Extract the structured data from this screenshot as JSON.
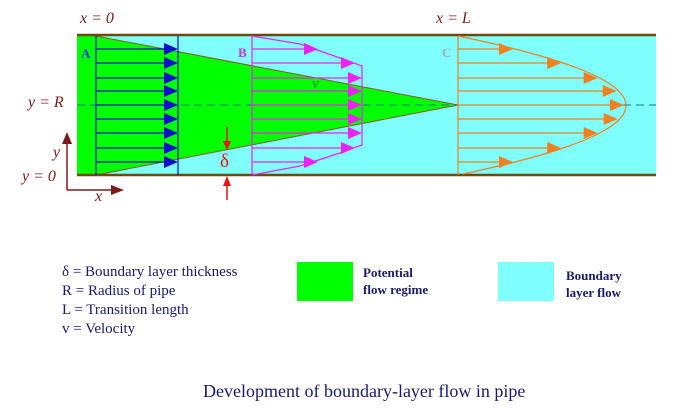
{
  "diagram": {
    "title": "Development of boundary-layer flow in pipe",
    "labels": {
      "x0": "x = 0",
      "xL": "x = L",
      "yR": "y = R",
      "y0": "y = 0",
      "y_axis": "y",
      "x_axis": "x",
      "delta": "δ",
      "velocity": "v",
      "section_a": "A",
      "section_b": "B",
      "section_c": "C"
    },
    "definitions": [
      "δ = Boundary layer thickness",
      "R = Radius of pipe",
      "L = Transition length",
      "v = Velocity"
    ],
    "legend": [
      {
        "label_line1": "Potential",
        "label_line2": "flow regime",
        "color": "#00ff00"
      },
      {
        "label_line1": "Boundary",
        "label_line2": "layer flow",
        "color": "#80ffff"
      }
    ],
    "colors": {
      "potential_core": "#00ff00",
      "boundary_layer": "#80ffff",
      "pipe_wall": "#6b4a10",
      "profile_a": "#1010cc",
      "profile_b": "#ee22ee",
      "profile_c": "#f08020",
      "label_a": "#1a3acc",
      "label_b": "#cc33cc",
      "label_c": "#aaaaaa",
      "axis": "#7a1a1a",
      "delta": "#ee1111",
      "text_dark": "#1a1a6a"
    }
  }
}
